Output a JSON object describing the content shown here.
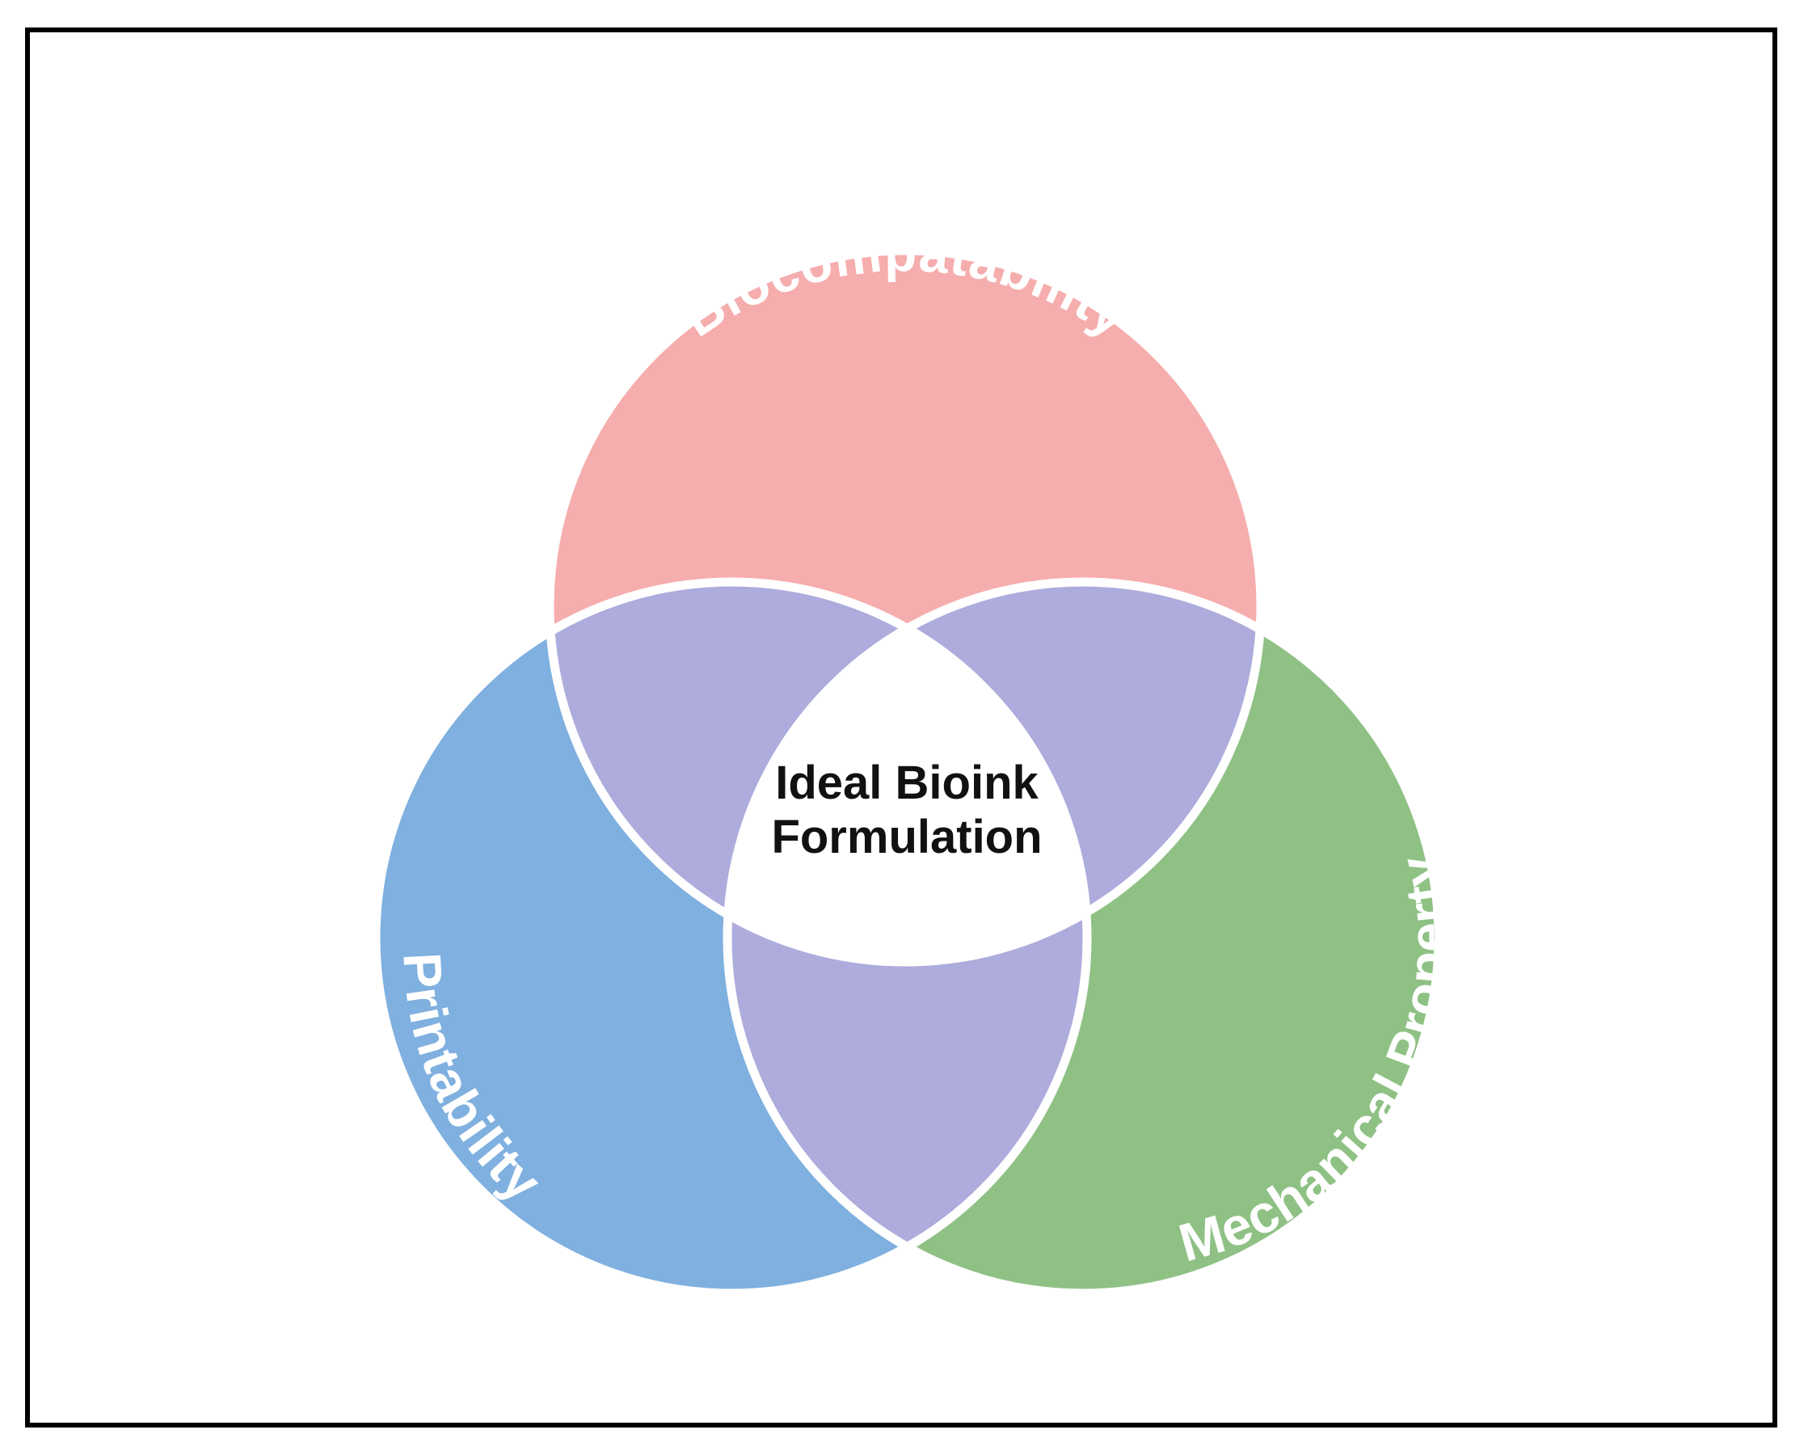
{
  "diagram": {
    "type": "venn",
    "circles": [
      {
        "id": "top",
        "label": "Biocompatability",
        "color": "#F6ADAD"
      },
      {
        "id": "left",
        "label": "Printability",
        "color": "#7FB0DF"
      },
      {
        "id": "right",
        "label": "Mechanical Property",
        "color": "#8FC185"
      }
    ],
    "overlap_color": "#ADACDC",
    "center_color": "#ffffff",
    "outline_color": "#ffffff",
    "center_label": {
      "line1": "Ideal Bioink",
      "line2": "Formulation"
    }
  },
  "frame": {
    "border_color": "#000000"
  }
}
